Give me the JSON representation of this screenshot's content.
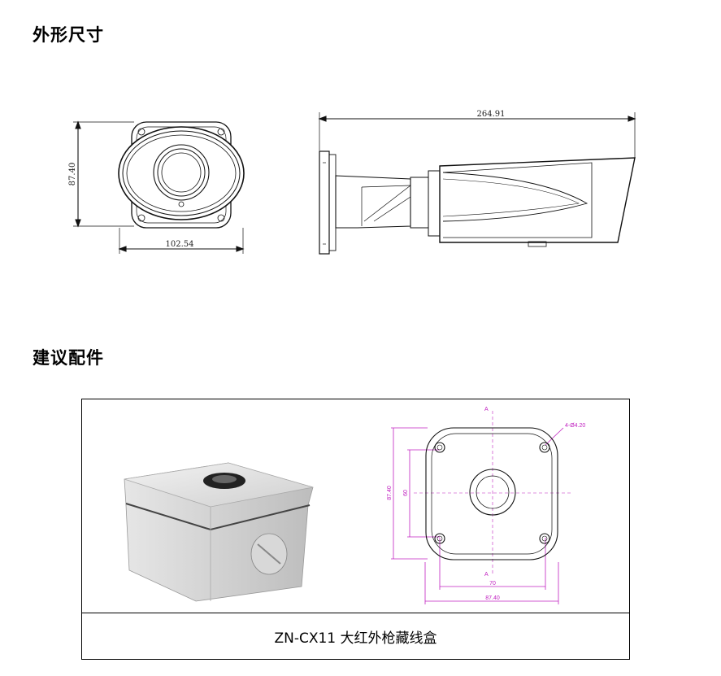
{
  "sections": {
    "dimensions_title": "外形尺寸",
    "accessories_title": "建议配件"
  },
  "camera_drawing": {
    "front_height": "87.40",
    "front_width": "102.54",
    "side_length": "264.91"
  },
  "junction_box_drawing": {
    "section_label_top": "A",
    "section_label_bottom": "A",
    "hole_label": "4-Ø4.20",
    "outer_height": "87.40",
    "inner_height": "60",
    "inner_width": "70",
    "outer_width": "87.40"
  },
  "accessory": {
    "caption": "ZN-CX11 大红外枪藏线盒"
  }
}
